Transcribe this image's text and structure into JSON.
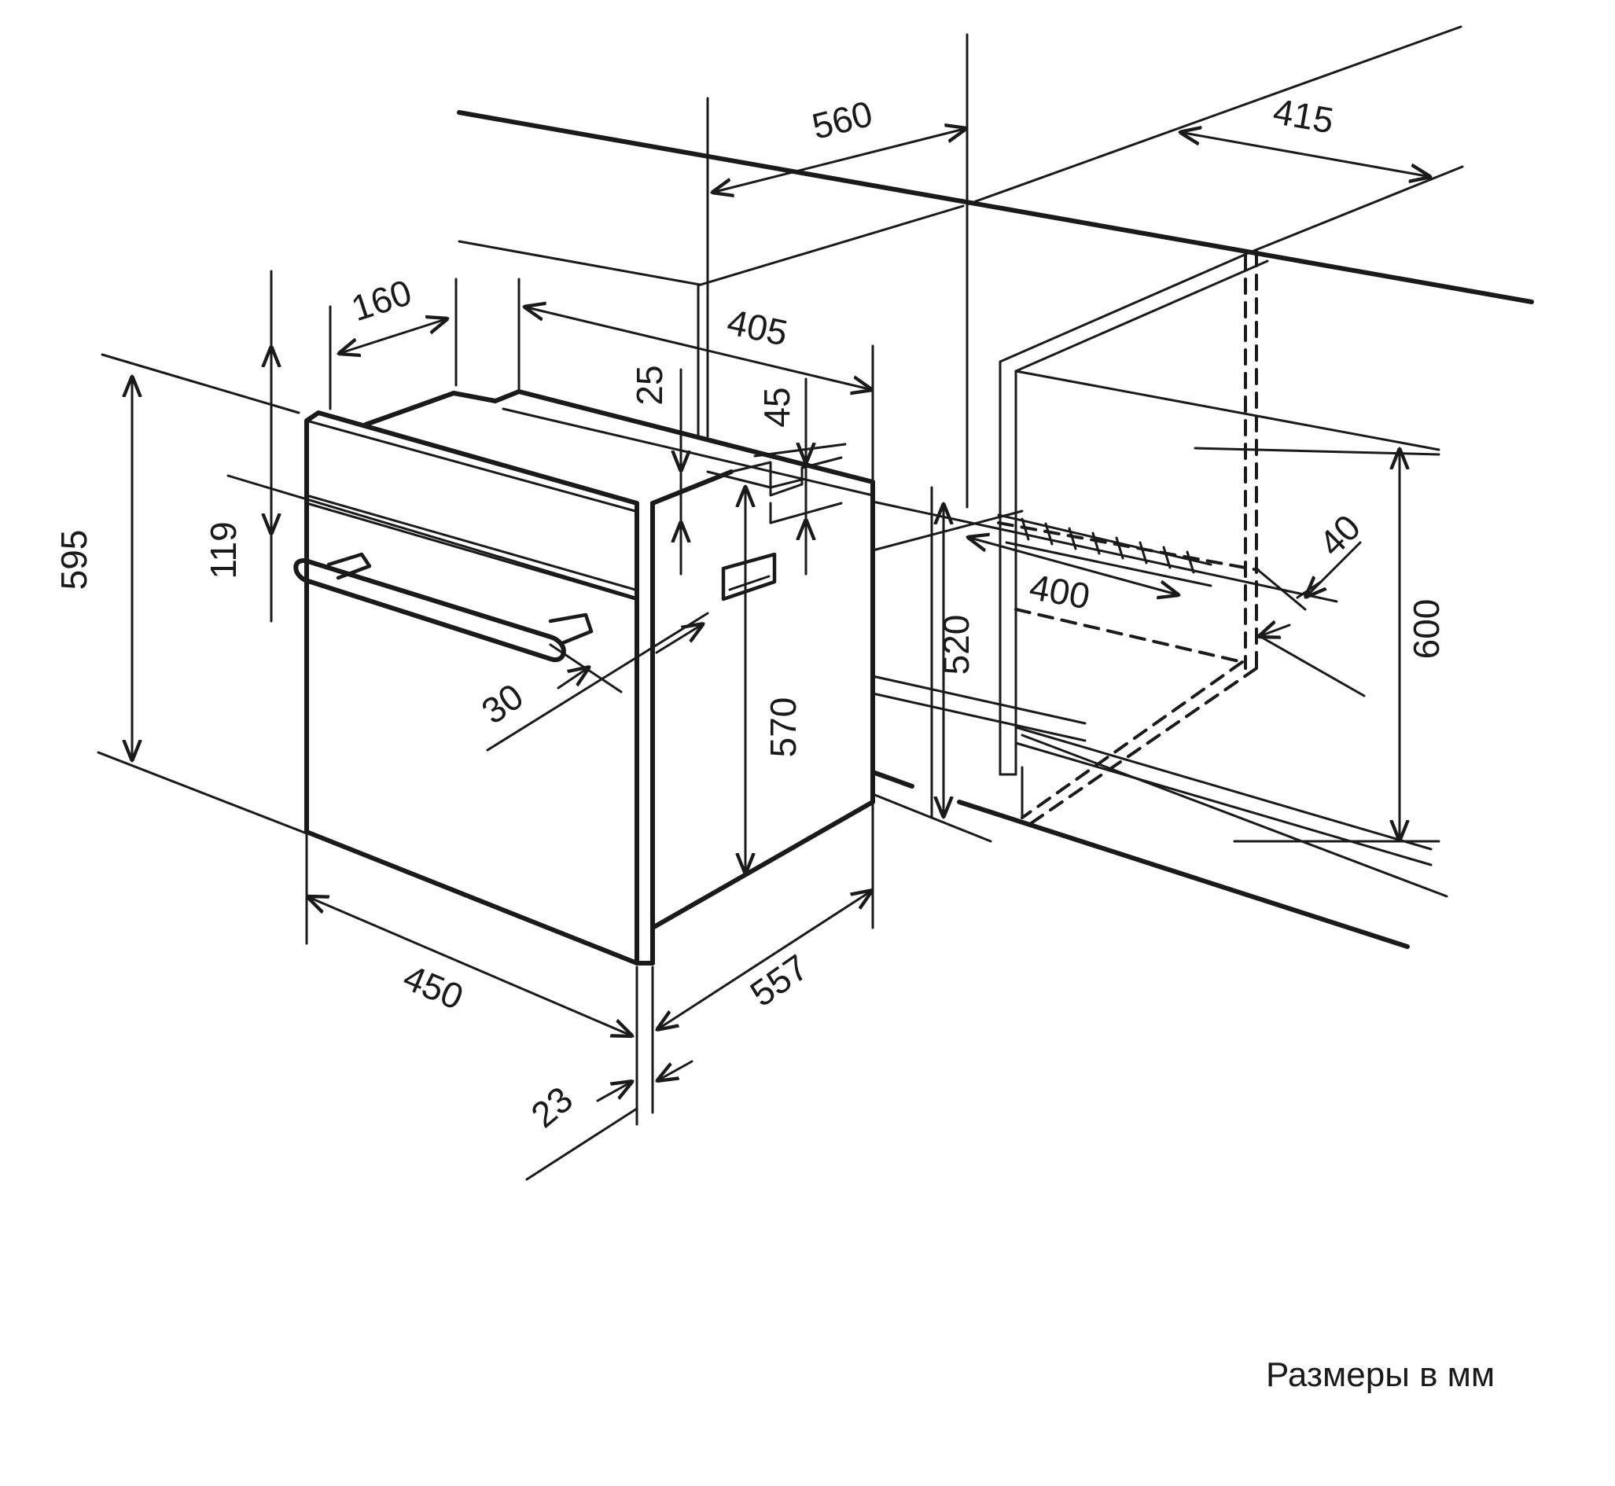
{
  "caption": "Размеры в мм",
  "dimensions": {
    "cut_depth": "560",
    "top_depth": "415",
    "rear_offset": "160",
    "vent_depth": "405",
    "top_gap": "25",
    "rear_gap": "45",
    "control_panel_height": "119",
    "total_height": "595",
    "handle_depth": "30",
    "body_height": "570",
    "niche_height": "520",
    "vent_opening": "400",
    "vent_height": "40",
    "niche_full_height": "600",
    "width": "450",
    "body_depth": "557",
    "door_thickness": "23"
  }
}
